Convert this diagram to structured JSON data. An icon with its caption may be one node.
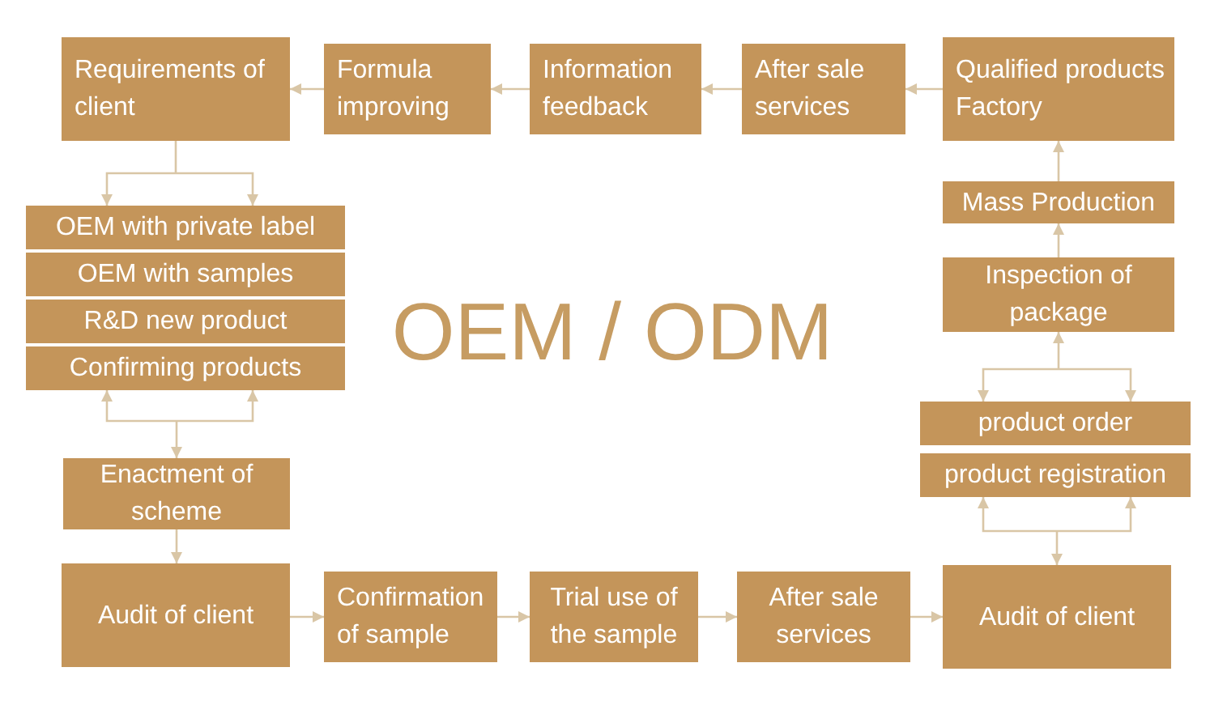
{
  "diagram": {
    "title": "OEM / ODM",
    "nodes": [
      {
        "text": [
          "Requirements of client"
        ]
      },
      {
        "text": [
          "Formula improving"
        ]
      },
      {
        "text": [
          "Information feedback"
        ]
      },
      {
        "text": [
          "After sale services"
        ]
      },
      {
        "text": [
          "Qualified products Factory"
        ]
      },
      {
        "text": [
          "OEM with private label"
        ]
      },
      {
        "text": [
          "OEM with samples"
        ]
      },
      {
        "text": [
          "R&D new product"
        ]
      },
      {
        "text": [
          "Confirming products"
        ]
      },
      {
        "text": [
          "Mass Production"
        ]
      },
      {
        "text": [
          "Inspection of package"
        ]
      },
      {
        "text": [
          "product order"
        ]
      },
      {
        "text": [
          "product registration"
        ]
      },
      {
        "text": [
          "Enactment of scheme"
        ]
      },
      {
        "text": [
          "Audit of client"
        ]
      },
      {
        "text": [
          "Confirmation of sample"
        ]
      },
      {
        "text": [
          "Trial use of the sample"
        ]
      },
      {
        "text": [
          "After sale services"
        ]
      },
      {
        "text": [
          "Audit of client"
        ]
      }
    ],
    "edges": [
      {
        "from": 4,
        "to": 3,
        "arrow": "to"
      },
      {
        "from": 3,
        "to": 2,
        "arrow": "to"
      },
      {
        "from": 2,
        "to": 1,
        "arrow": "to"
      },
      {
        "from": 1,
        "to": 0,
        "arrow": "to"
      },
      {
        "from": 0,
        "to": 5,
        "arrow": "to"
      },
      {
        "from": 8,
        "to": 13,
        "arrow": "both"
      },
      {
        "from": 13,
        "to": 14,
        "arrow": "to"
      },
      {
        "from": 14,
        "to": 15,
        "arrow": "to"
      },
      {
        "from": 15,
        "to": 16,
        "arrow": "to"
      },
      {
        "from": 16,
        "to": 17,
        "arrow": "to"
      },
      {
        "from": 17,
        "to": 18,
        "arrow": "to"
      },
      {
        "from": 18,
        "to": 12,
        "arrow": "both"
      },
      {
        "from": 11,
        "to": 10,
        "arrow": "both"
      },
      {
        "from": 10,
        "to": 9,
        "arrow": "to"
      },
      {
        "from": 9,
        "to": 4,
        "arrow": "to"
      }
    ]
  }
}
